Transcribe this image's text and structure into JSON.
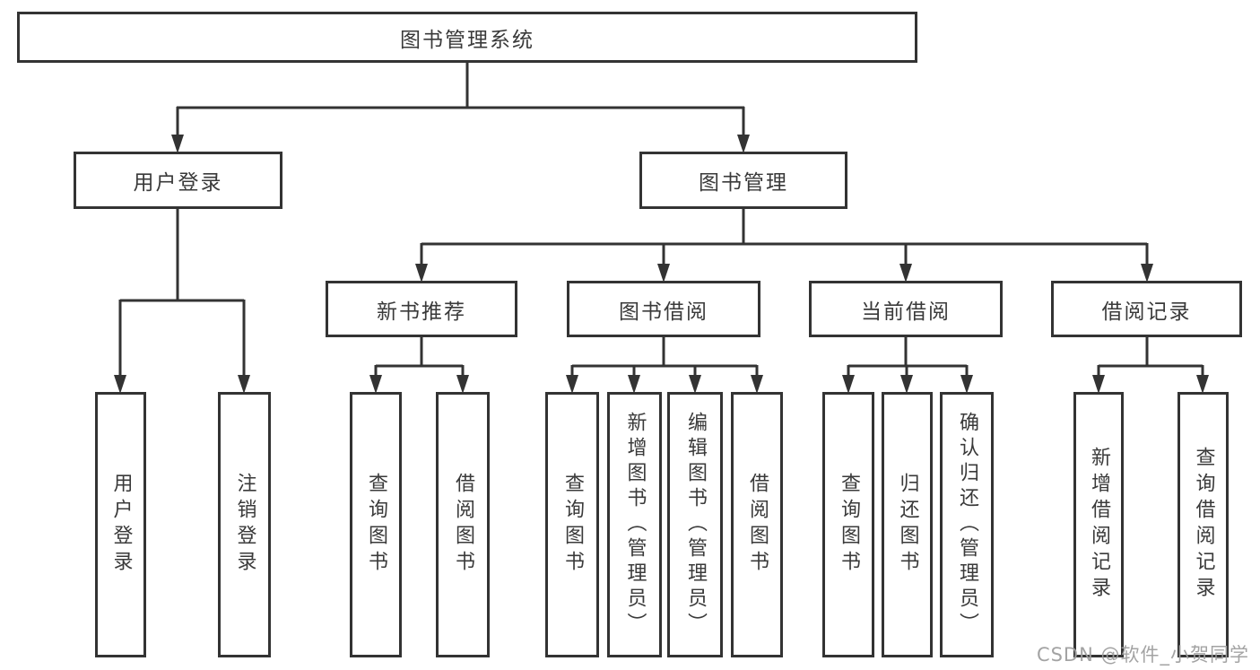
{
  "colors": {
    "line": "#333333",
    "box_border": "#333333",
    "text": "#3a3a3a",
    "watermark": "#9e9e9e",
    "background": "#ffffff"
  },
  "tree": {
    "root": {
      "label": "图书管理系统"
    },
    "branches": [
      {
        "label": "用户登录",
        "children": [
          {
            "label": "用户登录"
          },
          {
            "label": "注销登录"
          }
        ]
      },
      {
        "label": "图书管理",
        "children": [
          {
            "label": "新书推荐",
            "children": [
              {
                "label": "查询图书"
              },
              {
                "label": "借阅图书"
              }
            ]
          },
          {
            "label": "图书借阅",
            "children": [
              {
                "label": "查询图书"
              },
              {
                "label": "新增图书（管理员）"
              },
              {
                "label": "编辑图书（管理员）"
              },
              {
                "label": "借阅图书"
              }
            ]
          },
          {
            "label": "当前借阅",
            "children": [
              {
                "label": "查询图书"
              },
              {
                "label": "归还图书"
              },
              {
                "label": "确认归还（管理员）"
              }
            ]
          },
          {
            "label": "借阅记录",
            "children": [
              {
                "label": "新增借阅记录"
              },
              {
                "label": "查询借阅记录"
              }
            ]
          }
        ]
      }
    ]
  },
  "watermark": {
    "text": "CSDN @软件_小贺同学"
  }
}
